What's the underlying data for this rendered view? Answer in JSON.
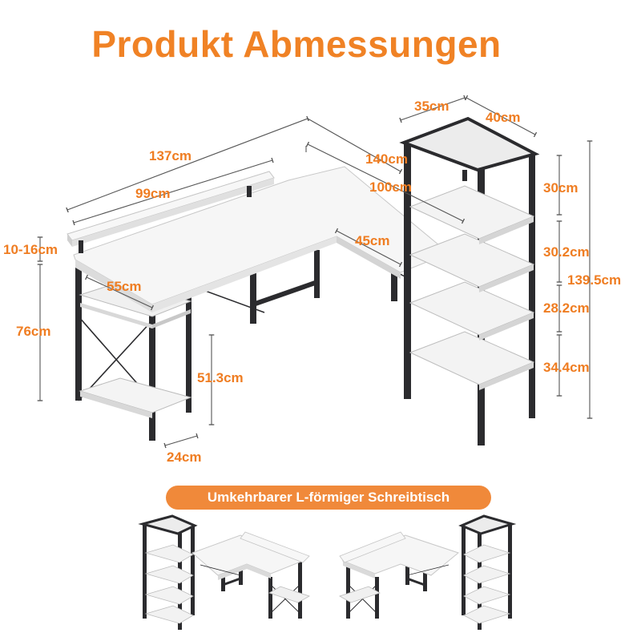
{
  "title": "Produkt Abmessungen",
  "dimensions": {
    "depth_left_top": "35cm",
    "width_right_top": "40cm",
    "width_137": "137cm",
    "width_140": "140cm",
    "width_99": "99cm",
    "width_100": "100cm",
    "shelf_30": "30cm",
    "riser_10_16": "10-16cm",
    "depth_45": "45cm",
    "shelf_30_2": "30.2cm",
    "depth_55": "55cm",
    "total_139_5": "139.5cm",
    "height_76": "76cm",
    "shelf_28_2": "28.2cm",
    "height_51_3": "51.3cm",
    "shelf_34_4": "34.4cm",
    "depth_24": "24cm"
  },
  "banner": {
    "label": "Umkehrbarer L-förmiger Schreibtisch"
  },
  "colors": {
    "accent": "#f08225",
    "frame": "#2b2b2e",
    "board": "#f4f4f4",
    "dimline": "#555555"
  }
}
